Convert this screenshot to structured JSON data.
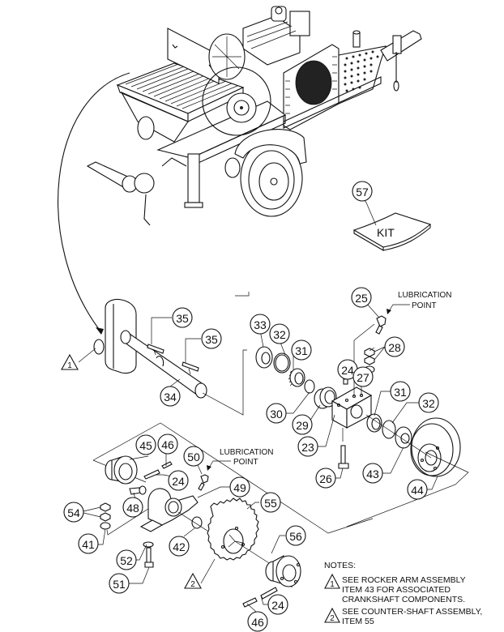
{
  "diagram": {
    "kit_label": "KIT",
    "lubrication_labels": [
      {
        "line1": "LUBRICATION",
        "line2": "POINT"
      },
      {
        "line1": "LUBRICATION",
        "line2": "POINT"
      }
    ],
    "callouts": [
      {
        "id": "57"
      },
      {
        "id": "25"
      },
      {
        "id": "35"
      },
      {
        "id": "35"
      },
      {
        "id": "33"
      },
      {
        "id": "32"
      },
      {
        "id": "31"
      },
      {
        "id": "28"
      },
      {
        "id": "24"
      },
      {
        "id": "27"
      },
      {
        "id": "34"
      },
      {
        "id": "30"
      },
      {
        "id": "29"
      },
      {
        "id": "23"
      },
      {
        "id": "31"
      },
      {
        "id": "32"
      },
      {
        "id": "26"
      },
      {
        "id": "43"
      },
      {
        "id": "44"
      },
      {
        "id": "45"
      },
      {
        "id": "46"
      },
      {
        "id": "50"
      },
      {
        "id": "24"
      },
      {
        "id": "49"
      },
      {
        "id": "48"
      },
      {
        "id": "54"
      },
      {
        "id": "55"
      },
      {
        "id": "41"
      },
      {
        "id": "42"
      },
      {
        "id": "56"
      },
      {
        "id": "52"
      },
      {
        "id": "51"
      },
      {
        "id": "24"
      },
      {
        "id": "46"
      }
    ],
    "reference_triangles": [
      {
        "id": "1"
      },
      {
        "id": "2"
      }
    ]
  },
  "notes": {
    "heading": "NOTES:",
    "items": [
      {
        "ref": "1",
        "lines": [
          "SEE ROCKER ARM  ASSEMBLY",
          "ITEM 43 FOR  ASSOCIATED",
          "CRANKSHAFT COMPONENTS."
        ]
      },
      {
        "ref": "2",
        "lines": [
          "SEE COUNTER-SHAFT  ASSEMBLY,",
          "ITEM 55"
        ]
      }
    ]
  }
}
